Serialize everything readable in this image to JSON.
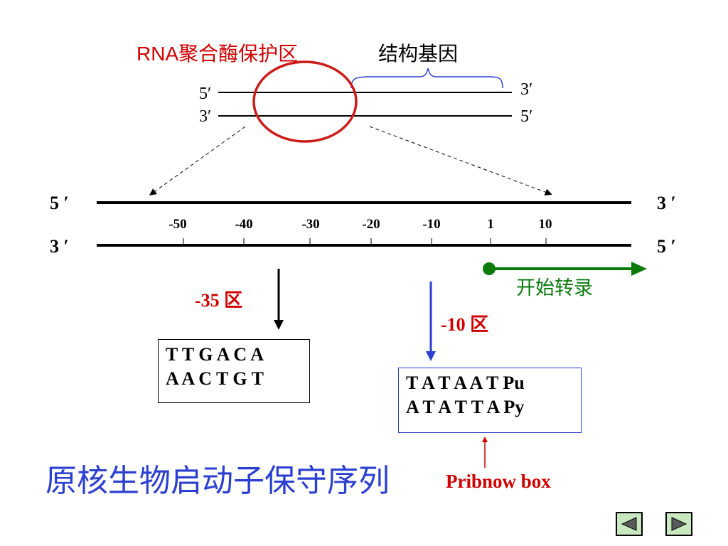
{
  "header": {
    "rna_label": "RNA聚合酶保护区",
    "gene_label": "结构基因"
  },
  "top_strand": {
    "left_top": "5′",
    "left_bottom": "3′",
    "right_top": "3′",
    "right_bottom": "5′"
  },
  "main_strand": {
    "left_top": "5 ′",
    "left_bottom": "3 ′",
    "right_top": "3 ′",
    "right_bottom": "5 ′",
    "positions": [
      "-50",
      "-40",
      "-30",
      "-20",
      "-10",
      "1",
      "10"
    ]
  },
  "transcription": {
    "label": "开始转录"
  },
  "region_35": {
    "label": "-35 区",
    "line1": "T T G A C A",
    "line2": "A A C T G T"
  },
  "region_10": {
    "label": "-10 区",
    "line1": "T A T A A T Pu",
    "line2": "A T A T T A Py"
  },
  "footer": {
    "title": "原核生物启动子保守序列",
    "pribnow": "Pribnow box"
  },
  "colors": {
    "red": "#d00000",
    "blue": "#2b3fd1",
    "green": "#0a7a0a",
    "nav_fill": "#c8e8c0"
  },
  "nav": {
    "prev_icon": "triangle-left",
    "next_icon": "triangle-right"
  }
}
